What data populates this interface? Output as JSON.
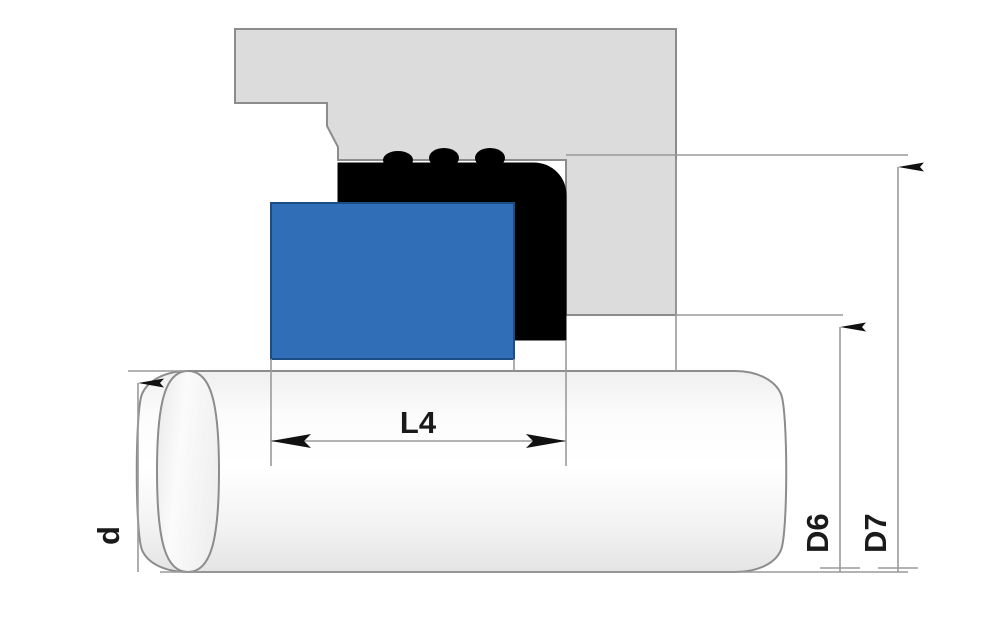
{
  "drawing": {
    "title": "Mechanical seal cross-section dimension drawing",
    "background_color": "#ffffff",
    "dimension_labels": [
      {
        "id": "d",
        "text": "d",
        "orientation": "vertical",
        "position": "left",
        "name": "shaft-diameter"
      },
      {
        "id": "L4",
        "text": "L4",
        "orientation": "horizontal",
        "position": "center-bottom",
        "name": "seal-length"
      },
      {
        "id": "D6",
        "text": "D6",
        "orientation": "vertical",
        "position": "right-inner",
        "name": "inner-outer-diameter"
      },
      {
        "id": "D7",
        "text": "D7",
        "orientation": "vertical",
        "position": "right-outer",
        "name": "outer-diameter"
      }
    ],
    "components": [
      {
        "id": "housing",
        "label": "gland-housing",
        "color": "#dcdcdc",
        "stroke": "#8c8c8c"
      },
      {
        "id": "seal-face",
        "label": "elastomer-bellows",
        "color": "#000000",
        "stroke": "#000000"
      },
      {
        "id": "rotating-ring",
        "label": "rotating-ring",
        "color": "#306fb8",
        "stroke": "#1a4d85"
      },
      {
        "id": "shaft",
        "label": "shaft",
        "color": "#f0f0f0",
        "stroke": "#8c8c8c"
      },
      {
        "id": "springs",
        "label": "spring-bumps",
        "color": "#000000",
        "stroke": "#000000",
        "count": 3
      }
    ],
    "colors": {
      "gray_fill": "#dcdcdc",
      "gray_stroke": "#8c8c8c",
      "blue_fill": "#306fb8",
      "blue_stroke": "#1a4d85",
      "black_fill": "#000000",
      "shaft_fill_light": "#fbfbfb",
      "shaft_fill_dark": "#e6e6e6",
      "dim_line": "#9a9a9a",
      "text": "#1a1a1a"
    }
  }
}
